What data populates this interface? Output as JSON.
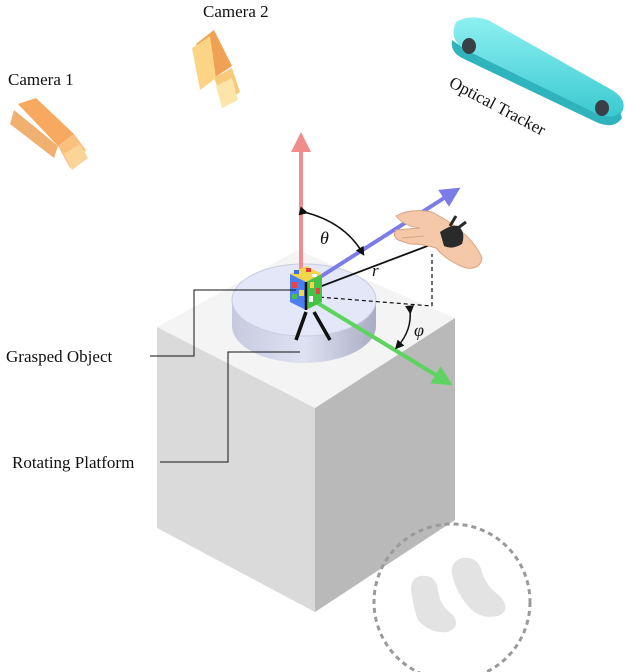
{
  "labels": {
    "camera_1": "Camera 1",
    "camera_2": "Camera 2",
    "optical_tracker": "Optical Tracker",
    "grasped_object": "Grasped Object",
    "rotating_platform": "Rotating Platform"
  },
  "symbols": {
    "theta": "θ",
    "r": "r",
    "phi": "φ"
  },
  "colors": {
    "z_axis": "#f08c8c",
    "y_axis": "#7c7ce8",
    "x_axis": "#5fd35f",
    "camera_body": "#f5a55a",
    "tracker_body": "#5fdfe3",
    "platform_top": "#e3e6f7",
    "cube_top": "#f7f7f7",
    "cube_left": "#d9d9d9",
    "cube_right": "#b5b5b5"
  }
}
